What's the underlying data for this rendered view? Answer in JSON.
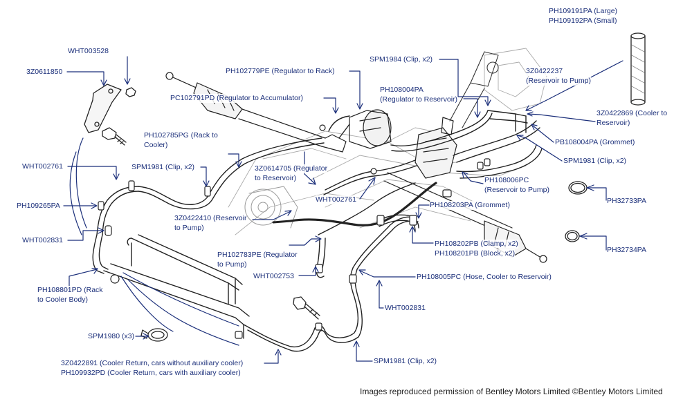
{
  "colors": {
    "label": "#1b2f7a",
    "leader": "#1b2f7a",
    "drawing": "#222222"
  },
  "labels": {
    "wht003528": "WHT003528",
    "z0611850": "3Z0611850",
    "ph102779pe": "PH102779PE (Regulator to Rack)",
    "pc102791pd": "PC102791PD (Regulator to Accumulator)",
    "spm1984": "SPM1984 (Clip, x2)",
    "ph108004pa_1": "PH108004PA",
    "ph108004pa_2": "(Regulator to Reservoir)",
    "ph109191pa": "PH109191PA (Large)",
    "ph109192pa": "PH109192PA (Small)",
    "z0422237_1": "3Z0422237",
    "z0422237_2": "(Reservoir to Pump)",
    "z0422869_1": "3Z0422869 (Cooler to",
    "z0422869_2": "Reservoir)",
    "pb108004pa": "PB108004PA (Grommet)",
    "spm1981_right": "SPM1981 (Clip, x2)",
    "ph108006pc_1": "PH108006PC",
    "ph108006pc_2": "(Reservoir to Pump)",
    "ph32733pa": "PH32733PA",
    "ph108203pa": "PH108203PA (Grommet)",
    "ph32734pa": "PH32734PA",
    "ph108202pb": "PH108202PB (Clamp, x2)",
    "ph108201pb": "PH108201PB (Block, x2)",
    "ph108005pc": "PH108005PC (Hose, Cooler to Reservoir)",
    "wht002831_right": "WHT002831",
    "spm1981_bottom": "SPM1981 (Clip, x2)",
    "z0422891": "3Z0422891 (Cooler Return, cars without auxiliary cooler)",
    "ph109932pd": "PH109932PD (Cooler Return, cars with auxiliary cooler)",
    "spm1980": "SPM1980 (x3)",
    "ph108801pd_1": "PH108801PD (Rack",
    "ph108801pd_2": "to Cooler Body)",
    "wht002831_left": "WHT002831",
    "ph109265pa": "PH109265PA",
    "wht002761_left": "WHT002761",
    "ph102785pg_1": "PH102785PG (Rack to",
    "ph102785pg_2": "Cooler)",
    "spm1981_left": "SPM1981 (Clip, x2)",
    "z0614705_1": "3Z0614705 (Regulator",
    "z0614705_2": "to Reservoir)",
    "wht002761_mid": "WHT002761",
    "z0422410_1": "3Z0422410 (Reservoir",
    "z0422410_2": "to Pump)",
    "ph102783pe_1": "PH102783PE (Regulator",
    "ph102783pe_2": "to Pump)",
    "wht002753": "WHT002753"
  },
  "credit": "Images reproduced permission of Bentley Motors Limited ©Bentley Motors Limited"
}
